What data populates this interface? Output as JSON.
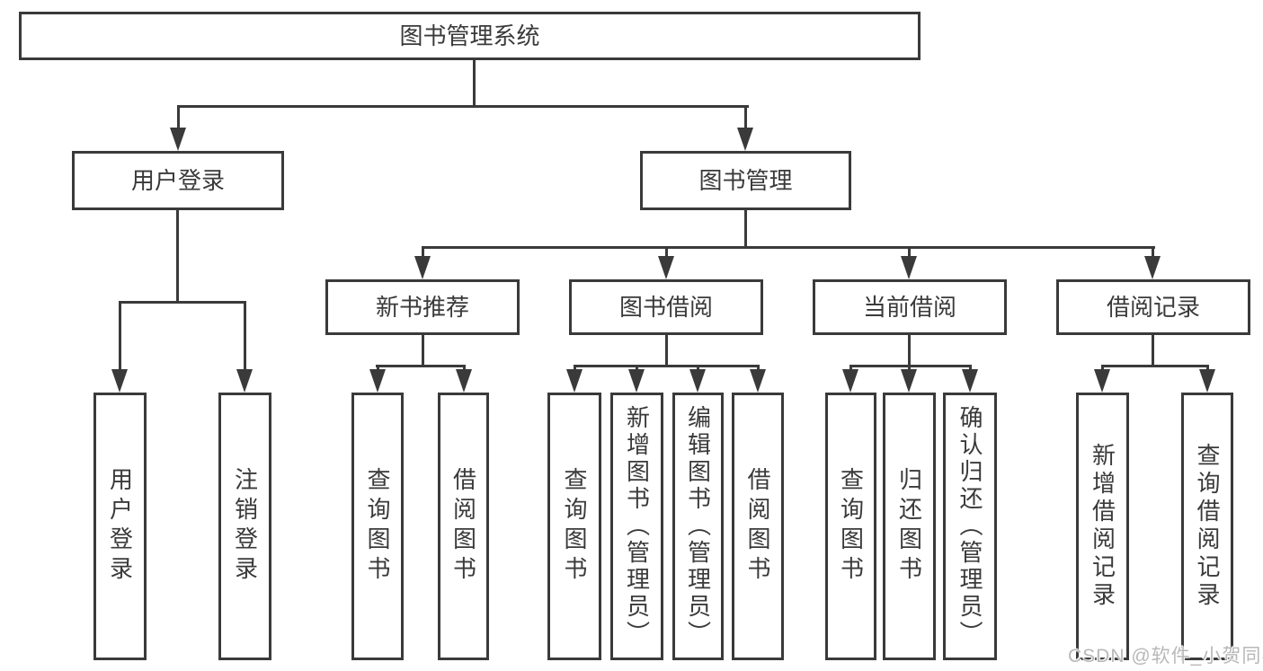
{
  "nodes": {
    "root": "图书管理系统",
    "user_login": "用户登录",
    "book_management": "图书管理",
    "new_book_recommend": "新书推荐",
    "book_borrow": "图书借阅",
    "current_borrow": "当前借阅",
    "borrow_records": "借阅记录",
    "leaf_user_login": "用户登录",
    "leaf_logout": "注销登录",
    "recommend_query_book": "查询图书",
    "recommend_borrow_book": "借阅图书",
    "borrow_query_book": "查询图书",
    "borrow_add_book": "新增图书（管理员）",
    "borrow_edit_book": "编辑图书（管理员）",
    "borrow_borrow_book": "借阅图书",
    "current_query_book": "查询图书",
    "current_return_book": "归还图书",
    "current_confirm_return": "确认归还（管理员）",
    "records_add_record": "新增借阅记录",
    "records_query_record": "查询借阅记录"
  },
  "structure": {
    "图书管理系统": [
      "用户登录",
      "图书管理"
    ],
    "用户登录": [
      "用户登录",
      "注销登录"
    ],
    "图书管理": [
      "新书推荐",
      "图书借阅",
      "当前借阅",
      "借阅记录"
    ],
    "新书推荐": [
      "查询图书",
      "借阅图书"
    ],
    "图书借阅": [
      "查询图书",
      "新增图书（管理员）",
      "编辑图书（管理员）",
      "借阅图书"
    ],
    "当前借阅": [
      "查询图书",
      "归还图书",
      "确认归还（管理员）"
    ],
    "借阅记录": [
      "新增借阅记录",
      "查询借阅记录"
    ]
  },
  "watermark": {
    "text": "CSDN @软件_小贺同学"
  },
  "colors": {
    "line_color": "#3a3a3a",
    "text_color": "#3a3a3a",
    "node_bg": "#ffffff",
    "page_bg": "#ffffff",
    "watermark_color": "#b8b8b8"
  }
}
